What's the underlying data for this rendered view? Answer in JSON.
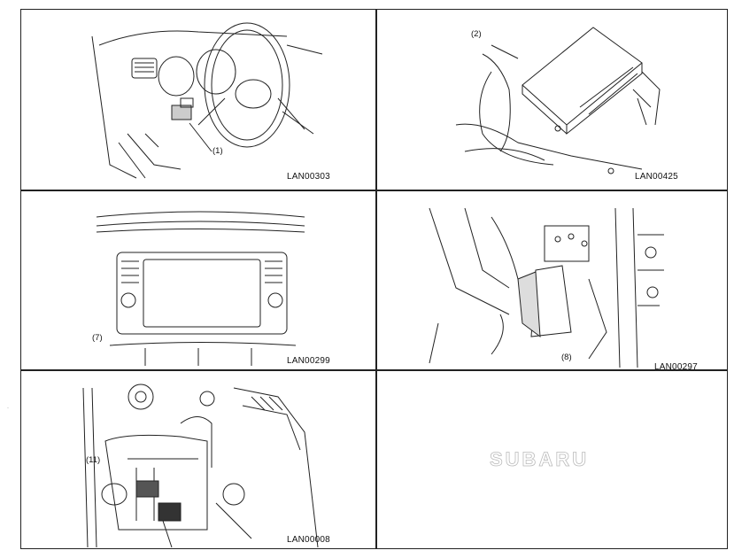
{
  "panels": [
    {
      "code": "LAN00303",
      "callout": "(1)"
    },
    {
      "code": "LAN00425",
      "callout": "(2)"
    },
    {
      "code": "LAN00299",
      "callout": "(7)"
    },
    {
      "code": "LAN00297",
      "callout": "(8)"
    },
    {
      "code": "LAN00008",
      "callout": "(11)"
    },
    {
      "logo": "SUBARU"
    }
  ],
  "stray_mark": "·"
}
